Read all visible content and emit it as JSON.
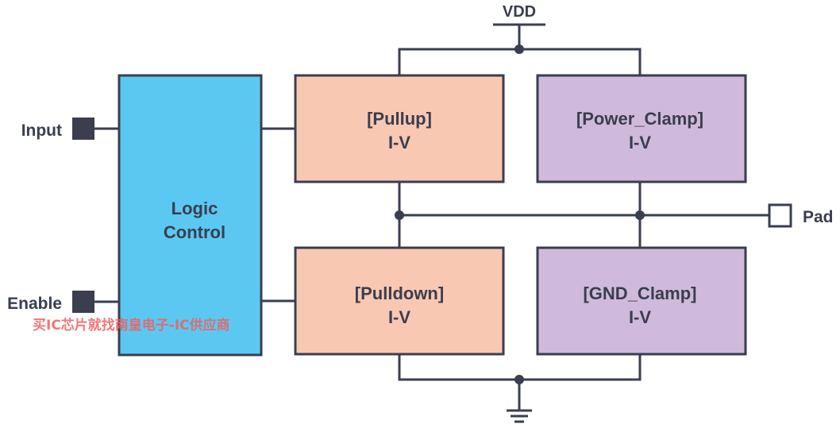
{
  "labels": {
    "vdd": "VDD",
    "input": "Input",
    "enable": "Enable",
    "pad": "Pad"
  },
  "blocks": {
    "logic": {
      "line1": "Logic",
      "line2": "Control"
    },
    "pullup": {
      "line1": "[Pullup]",
      "line2": "I-V"
    },
    "power_clamp": {
      "line1": "[Power_Clamp]",
      "line2": "I-V"
    },
    "pulldown": {
      "line1": "[Pulldown]",
      "line2": "I-V"
    },
    "gnd_clamp": {
      "line1": "[GND_Clamp]",
      "line2": "I-V"
    }
  },
  "watermark": "买IC芯片就找南皇电子-IC供应商",
  "colors": {
    "logic_fill": "#5bc8f2",
    "pull_fill": "#f9c8b3",
    "clamp_fill": "#cfbadb",
    "wire": "#3a3e4f",
    "watermark": "#f06060"
  },
  "icons": [
    "ground-symbol",
    "vdd-supply-symbol",
    "input-pin-icon",
    "enable-pin-icon",
    "pad-pin-icon"
  ]
}
